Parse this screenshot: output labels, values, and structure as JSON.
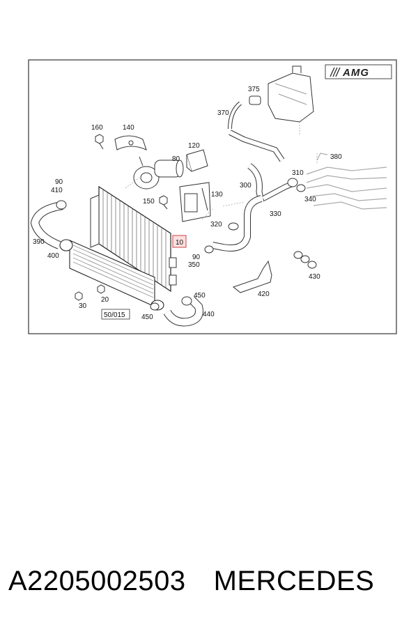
{
  "diagram": {
    "brand_badge": "AMG",
    "callouts": {
      "c375": "375",
      "c370": "370",
      "c160": "160",
      "c140": "140",
      "c120": "120",
      "c80": "80",
      "c90a": "90",
      "c410": "410",
      "c150": "150",
      "c130": "130",
      "c380": "380",
      "c310": "310",
      "c300": "300",
      "c340": "340",
      "c330": "330",
      "c320": "320",
      "c10": "10",
      "c390": "390",
      "c400": "400",
      "c90b": "90",
      "c350": "350",
      "c420": "420",
      "c430": "430",
      "c450a": "450",
      "c440": "440",
      "c450b": "450",
      "c30": "30",
      "c20": "20",
      "c50015": "50/015"
    }
  },
  "footer": {
    "part_number": "A2205002503",
    "brand": "MERCEDES"
  }
}
